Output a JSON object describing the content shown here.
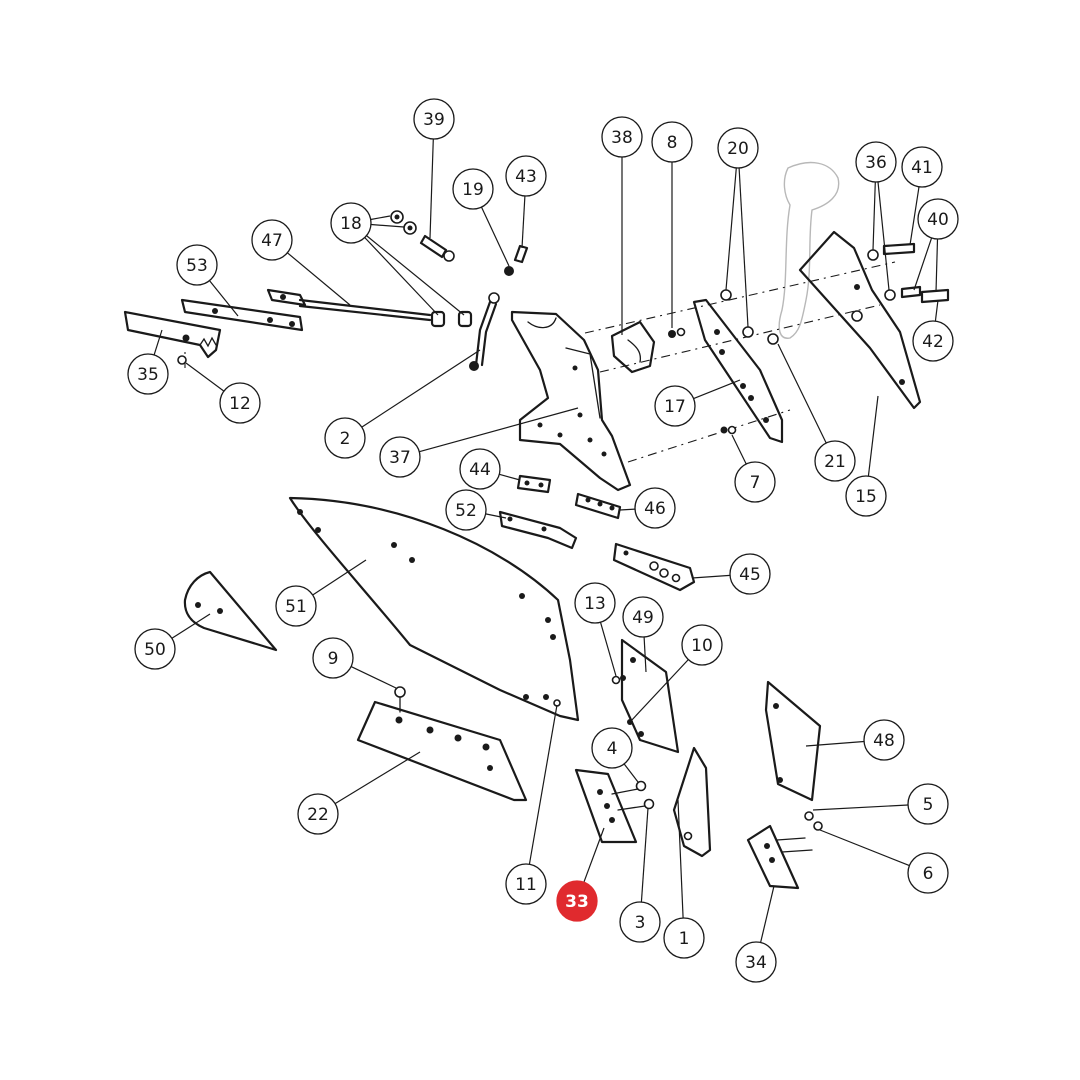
{
  "diagram": {
    "highlight_color": "#e02a2e",
    "highlighted_part": "33",
    "callouts": [
      {
        "label": "39"
      },
      {
        "label": "38"
      },
      {
        "label": "8"
      },
      {
        "label": "20"
      },
      {
        "label": "36"
      },
      {
        "label": "41"
      },
      {
        "label": "43"
      },
      {
        "label": "19"
      },
      {
        "label": "40"
      },
      {
        "label": "18"
      },
      {
        "label": "47"
      },
      {
        "label": "53"
      },
      {
        "label": "42"
      },
      {
        "label": "35"
      },
      {
        "label": "12"
      },
      {
        "label": "17"
      },
      {
        "label": "2"
      },
      {
        "label": "37"
      },
      {
        "label": "21"
      },
      {
        "label": "7"
      },
      {
        "label": "15"
      },
      {
        "label": "44"
      },
      {
        "label": "52"
      },
      {
        "label": "46"
      },
      {
        "label": "45"
      },
      {
        "label": "13"
      },
      {
        "label": "49"
      },
      {
        "label": "10"
      },
      {
        "label": "51"
      },
      {
        "label": "50"
      },
      {
        "label": "9"
      },
      {
        "label": "48"
      },
      {
        "label": "4"
      },
      {
        "label": "5"
      },
      {
        "label": "22"
      },
      {
        "label": "6"
      },
      {
        "label": "11"
      },
      {
        "label": "33"
      },
      {
        "label": "3"
      },
      {
        "label": "1"
      },
      {
        "label": "34"
      }
    ]
  }
}
